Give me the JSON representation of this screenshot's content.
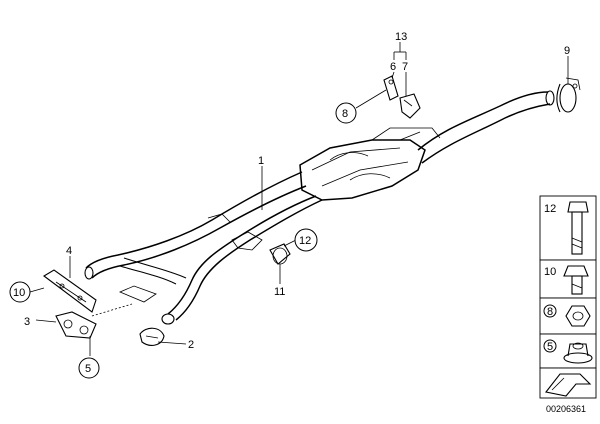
{
  "callouts": {
    "c1": "1",
    "c2": "2",
    "c3": "3",
    "c4": "4",
    "c5": "5",
    "c6": "6",
    "c7": "7",
    "c8": "8",
    "c9": "9",
    "c10": "10",
    "c11": "11",
    "c12": "12",
    "c13": "13"
  },
  "side_panel": {
    "item_12": "12",
    "item_10": "10",
    "item_8": "8",
    "item_5": "5"
  },
  "doc_number": "00206361"
}
